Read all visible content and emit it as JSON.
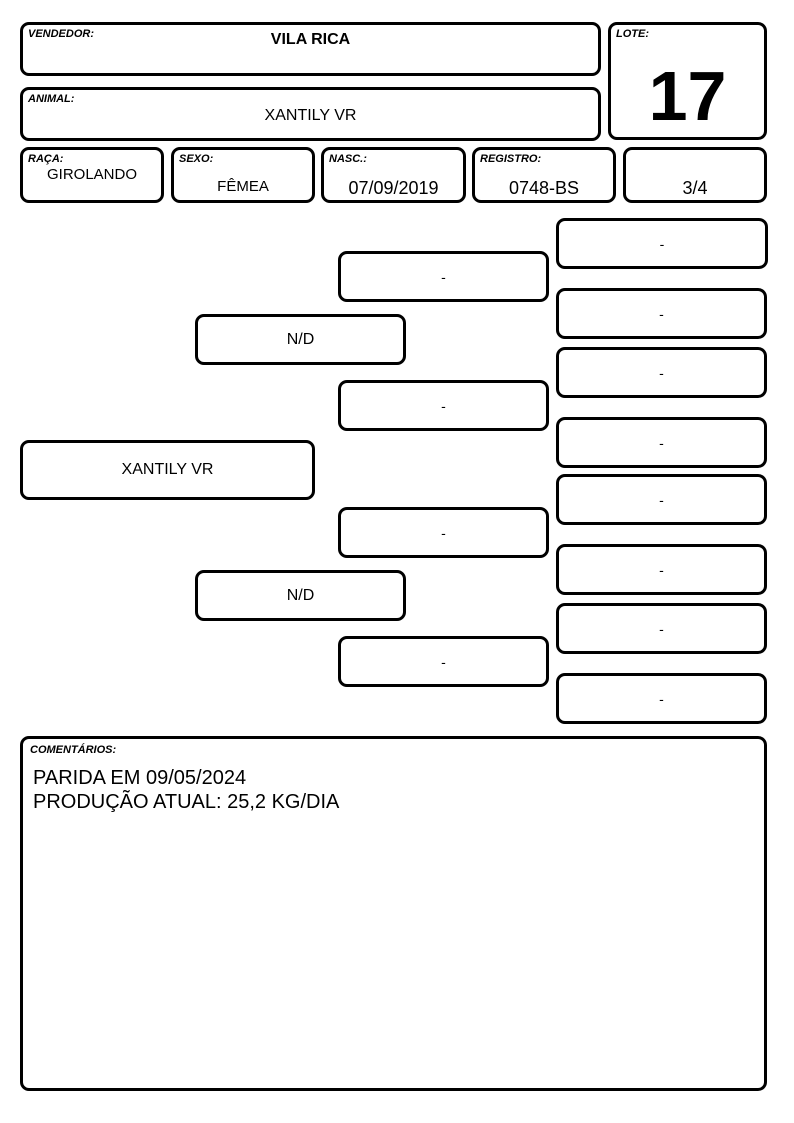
{
  "header": {
    "vendedor_label": "VENDEDOR:",
    "vendedor": "VILA RICA",
    "lote_label": "LOTE:",
    "lote": "17",
    "animal_label": "ANIMAL:",
    "animal": "XANTILY VR"
  },
  "info": {
    "raca_label": "RAÇA:",
    "raca": "GIROLANDO",
    "sexo_label": "SEXO:",
    "sexo": "FÊMEA",
    "nasc_label": "NASC.:",
    "nasc": "07/09/2019",
    "registro_label": "REGISTRO:",
    "registro": "0748-BS",
    "grau": "3/4"
  },
  "pedigree": {
    "animal": "XANTILY VR",
    "sire": "N/D",
    "dam": "N/D",
    "grandparents": [
      "-",
      "-",
      "-",
      "-"
    ],
    "great_grandparents": [
      "-",
      "-",
      "-",
      "-",
      "-",
      "-",
      "-",
      "-"
    ]
  },
  "comments": {
    "label": "COMENTÁRIOS:",
    "line1": "PARIDA EM 09/05/2024",
    "line2": "PRODUÇÃO ATUAL: 25,2 KG/DIA"
  }
}
